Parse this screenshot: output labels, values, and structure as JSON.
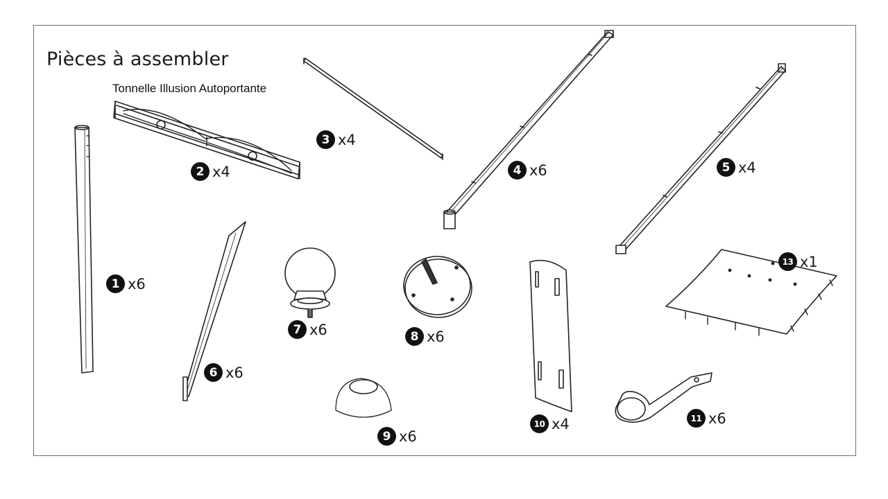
{
  "title": "Pièces à assembler",
  "subtitle": "Tonnelle Illusion Autoportante",
  "parts": [
    {
      "number": "1",
      "quantity": "x6"
    },
    {
      "number": "2",
      "quantity": "x4"
    },
    {
      "number": "3",
      "quantity": "x4"
    },
    {
      "number": "4",
      "quantity": "x6"
    },
    {
      "number": "5",
      "quantity": "x4"
    },
    {
      "number": "6",
      "quantity": "x6"
    },
    {
      "number": "7",
      "quantity": "x6"
    },
    {
      "number": "8",
      "quantity": "x6"
    },
    {
      "number": "9",
      "quantity": "x6"
    },
    {
      "number": "10",
      "quantity": "x4"
    },
    {
      "number": "11",
      "quantity": "x6"
    },
    {
      "number": "13",
      "quantity": "x1"
    }
  ]
}
